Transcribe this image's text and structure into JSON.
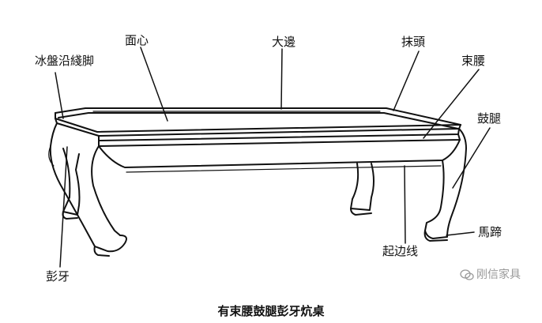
{
  "labels": {
    "ice_plate_edge_foot": "冰盤沿綫脚",
    "panel_core": "面心",
    "main_frame_edge": "大邊",
    "end_rail": "抹頭",
    "waist": "束腰",
    "drum_leg": "鼓腿",
    "apron": "彭牙",
    "raised_bead_line": "起边线",
    "horse_hoof": "馬蹄"
  },
  "caption": "有束腰鼓腿彭牙炕桌",
  "watermark": "刚信家具",
  "colors": {
    "ink": "#111111",
    "watermark": "#9a9a9a"
  }
}
